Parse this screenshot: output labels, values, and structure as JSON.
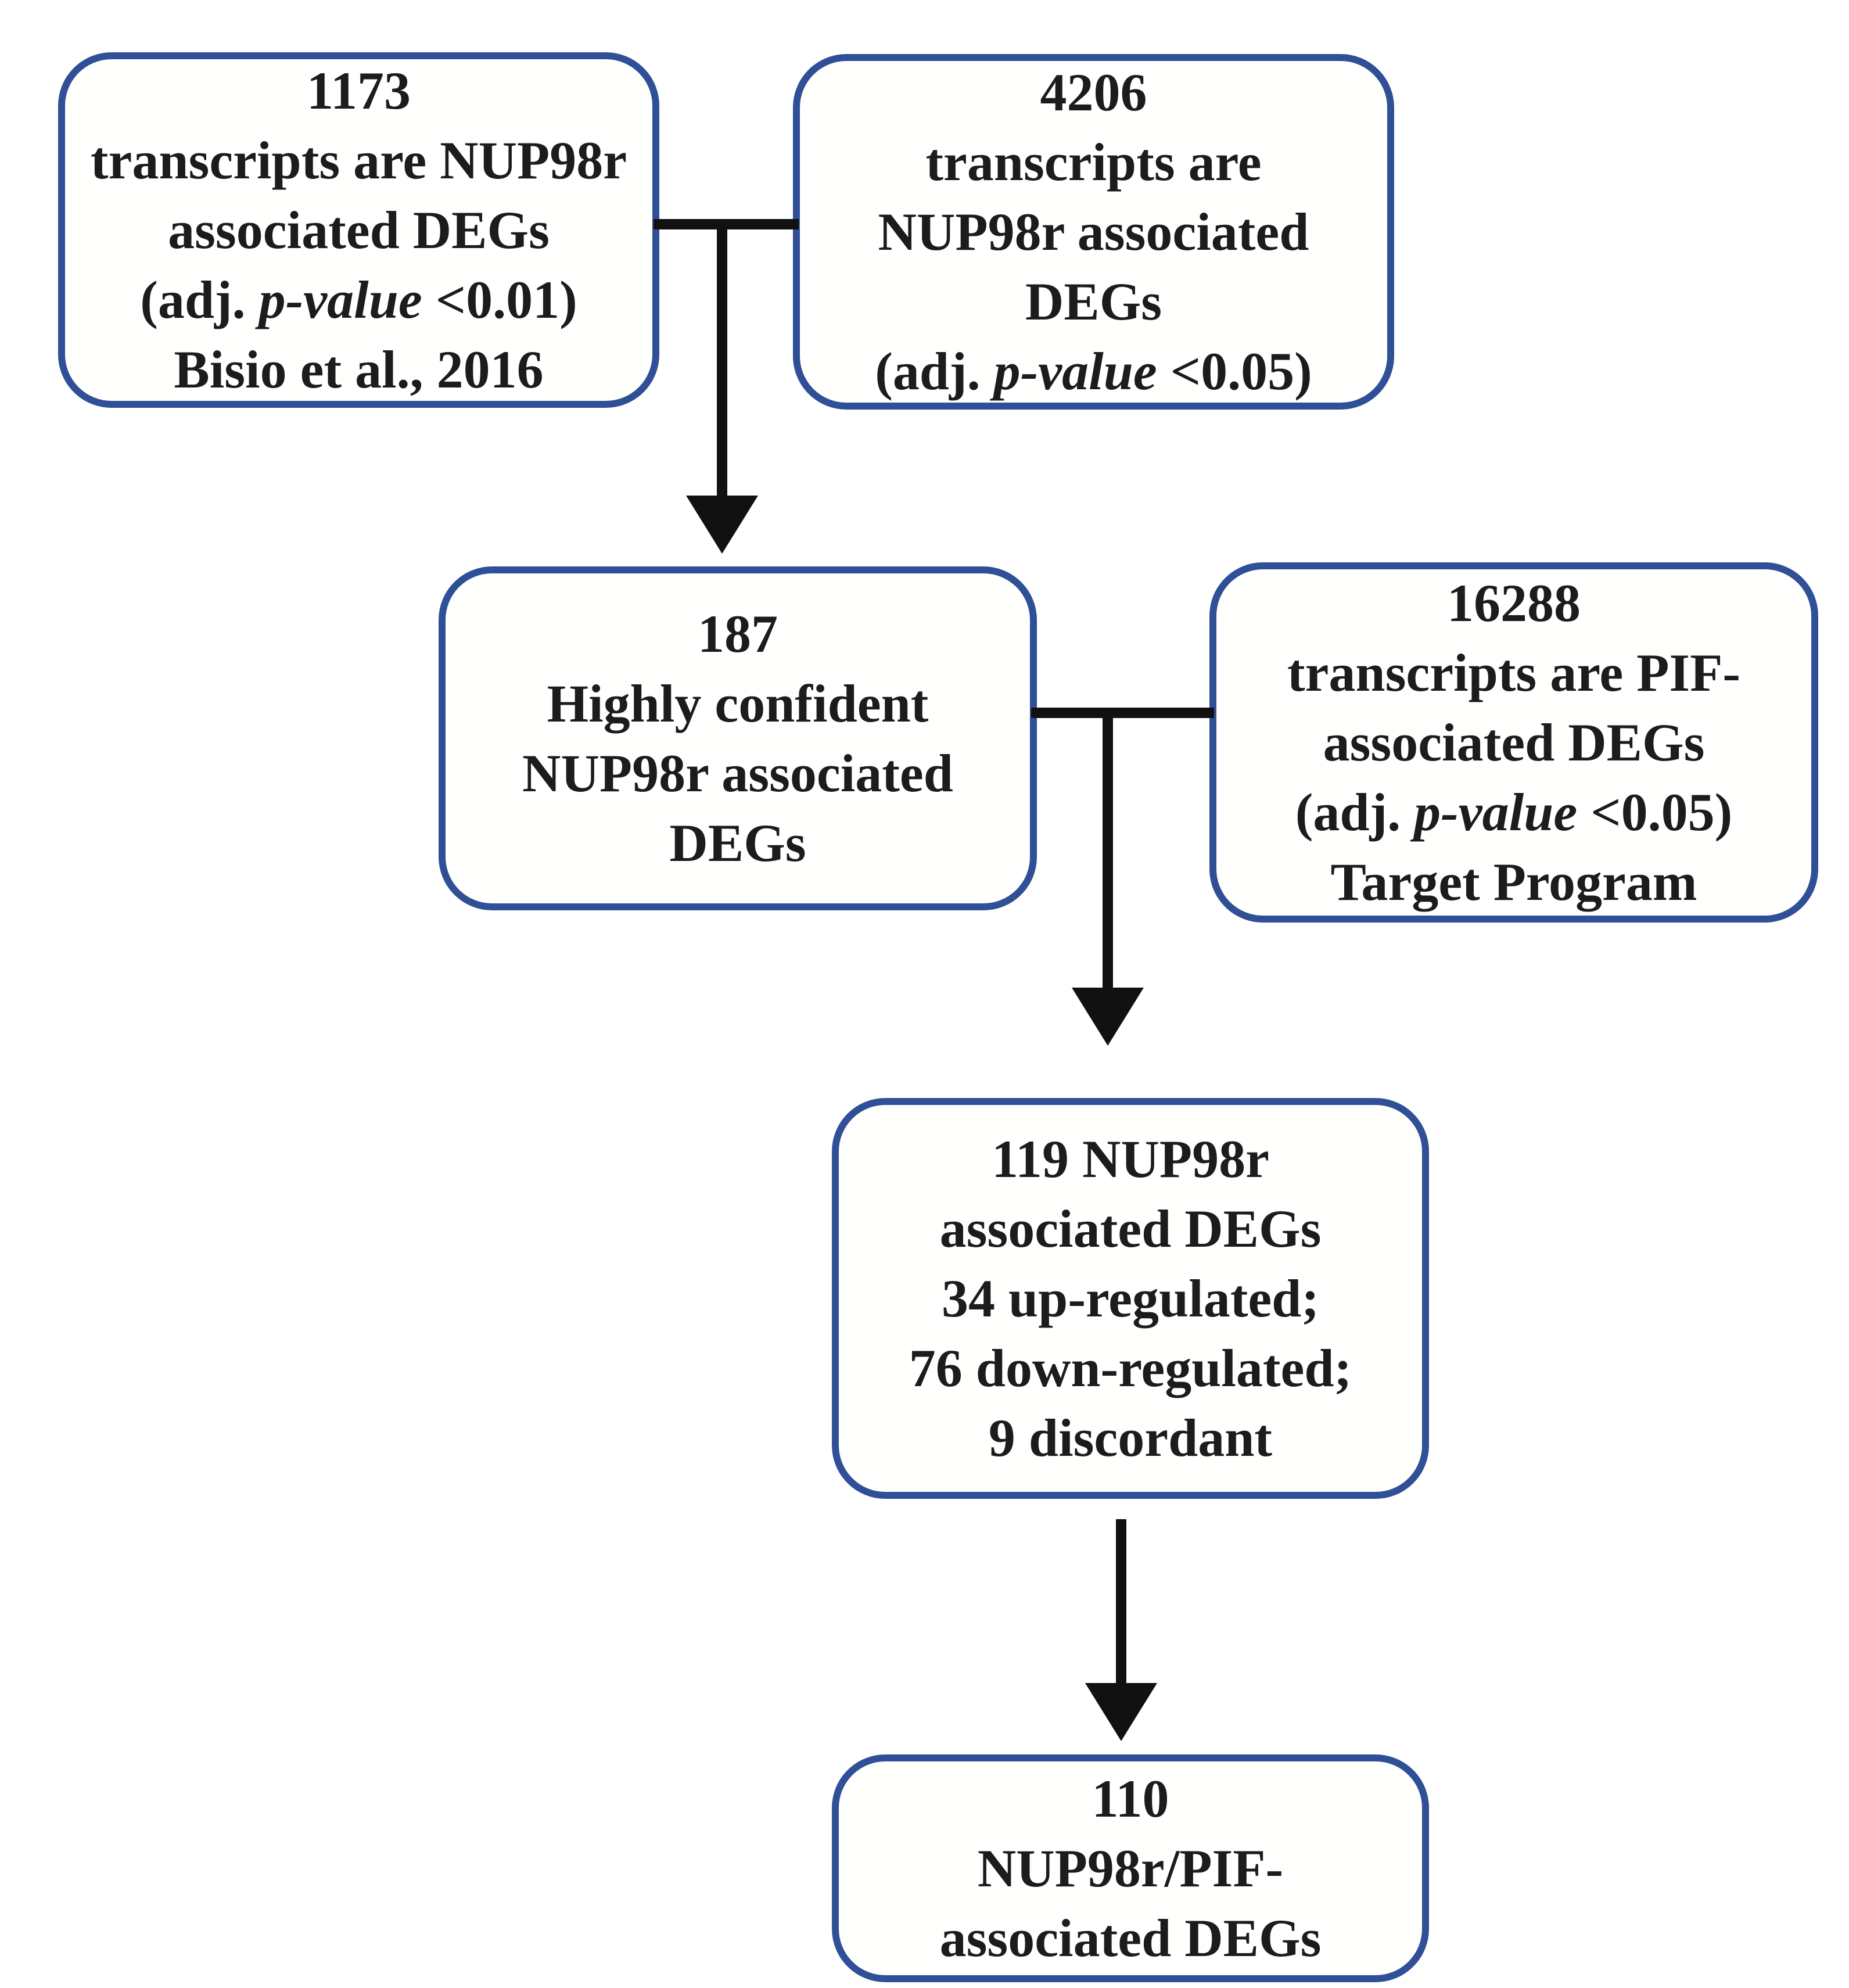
{
  "colors": {
    "box_border": "#2f4f96",
    "connector": "#111111",
    "text": "#1c1c1c",
    "background": "#ffffff"
  },
  "boxes": {
    "box1": {
      "count": "1173",
      "line2": "transcripts are NUP98r",
      "line3": "associated DEGs",
      "pvalue_prefix": "(adj. ",
      "pvalue_italic": "p-value",
      "pvalue_suffix": " <0.01)",
      "source": "Bisio et al., 2016"
    },
    "box2": {
      "count": "4206",
      "line2": "transcripts are",
      "line3": "NUP98r associated",
      "line4": "DEGs",
      "pvalue_prefix": "(adj. ",
      "pvalue_italic": "p-value",
      "pvalue_suffix": " <0.05)"
    },
    "box3": {
      "count": "187",
      "line2": "Highly confident",
      "line3": "NUP98r associated",
      "line4": "DEGs"
    },
    "box4": {
      "count": "16288",
      "line2": "transcripts are PIF-",
      "line3": "associated DEGs",
      "pvalue_prefix": "(adj. ",
      "pvalue_italic": "p-value",
      "pvalue_suffix": " <0.05)",
      "source": "Target Program"
    },
    "box5": {
      "line1": "119 NUP98r",
      "line2": "associated DEGs",
      "line3": "34 up-regulated;",
      "line4": "76 down-regulated;",
      "line5": "9 discordant"
    },
    "box6": {
      "count": "110",
      "line2": "NUP98r/PIF-",
      "line3": "associated DEGs"
    }
  }
}
